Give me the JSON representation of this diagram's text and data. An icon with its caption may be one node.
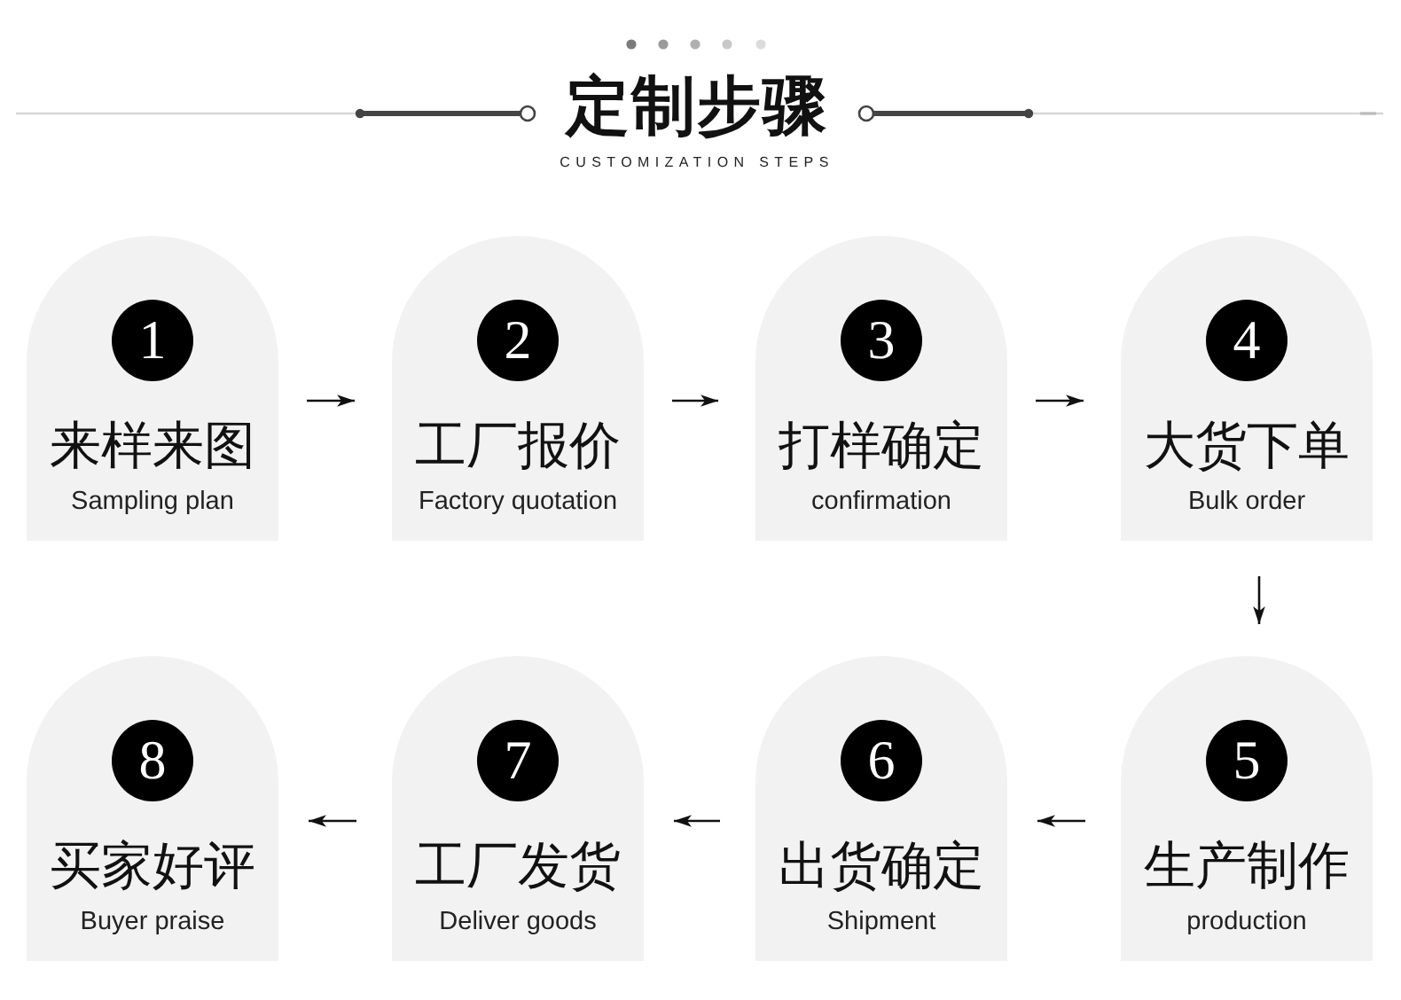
{
  "diagram": {
    "title": "定制步骤",
    "nodes": [
      {
        "text": [
          "来样来图",
          "Sampling plan"
        ]
      },
      {
        "text": [
          "1"
        ],
        "in": 0
      },
      {
        "text": [
          "工厂报价",
          "Factory quotation"
        ]
      },
      {
        "text": [
          "2"
        ],
        "in": 2
      },
      {
        "text": [
          "打样确定",
          "confirmation"
        ]
      },
      {
        "text": [
          "3"
        ],
        "in": 4
      },
      {
        "text": [
          "大货下单",
          "Bulk order"
        ]
      },
      {
        "text": [
          "4"
        ],
        "in": 6
      },
      {
        "text": [
          "生产制作",
          "production"
        ]
      },
      {
        "text": [
          "5"
        ],
        "in": 8
      },
      {
        "text": [
          "出货确定",
          "Shipment"
        ]
      },
      {
        "text": [
          "6"
        ],
        "in": 10
      },
      {
        "text": [
          "工厂发货",
          "Deliver goods"
        ]
      },
      {
        "text": [
          "7"
        ],
        "in": 12
      },
      {
        "text": [
          "买家好评",
          "Buyer praise"
        ]
      },
      {
        "text": [
          "8"
        ],
        "in": 14
      }
    ],
    "edges": [
      {
        "from": 0,
        "to": 2,
        "arrow": "to"
      },
      {
        "from": 2,
        "to": 4,
        "arrow": "to"
      },
      {
        "from": 4,
        "to": 6,
        "arrow": "to"
      },
      {
        "from": 6,
        "to": 8,
        "arrow": "to"
      },
      {
        "from": 8,
        "to": 10,
        "arrow": "to"
      },
      {
        "from": 10,
        "to": 12,
        "arrow": "to"
      },
      {
        "from": 12,
        "to": 14,
        "arrow": "to"
      }
    ],
    "labels": [
      "CUSTOMIZATION STEPS"
    ]
  }
}
